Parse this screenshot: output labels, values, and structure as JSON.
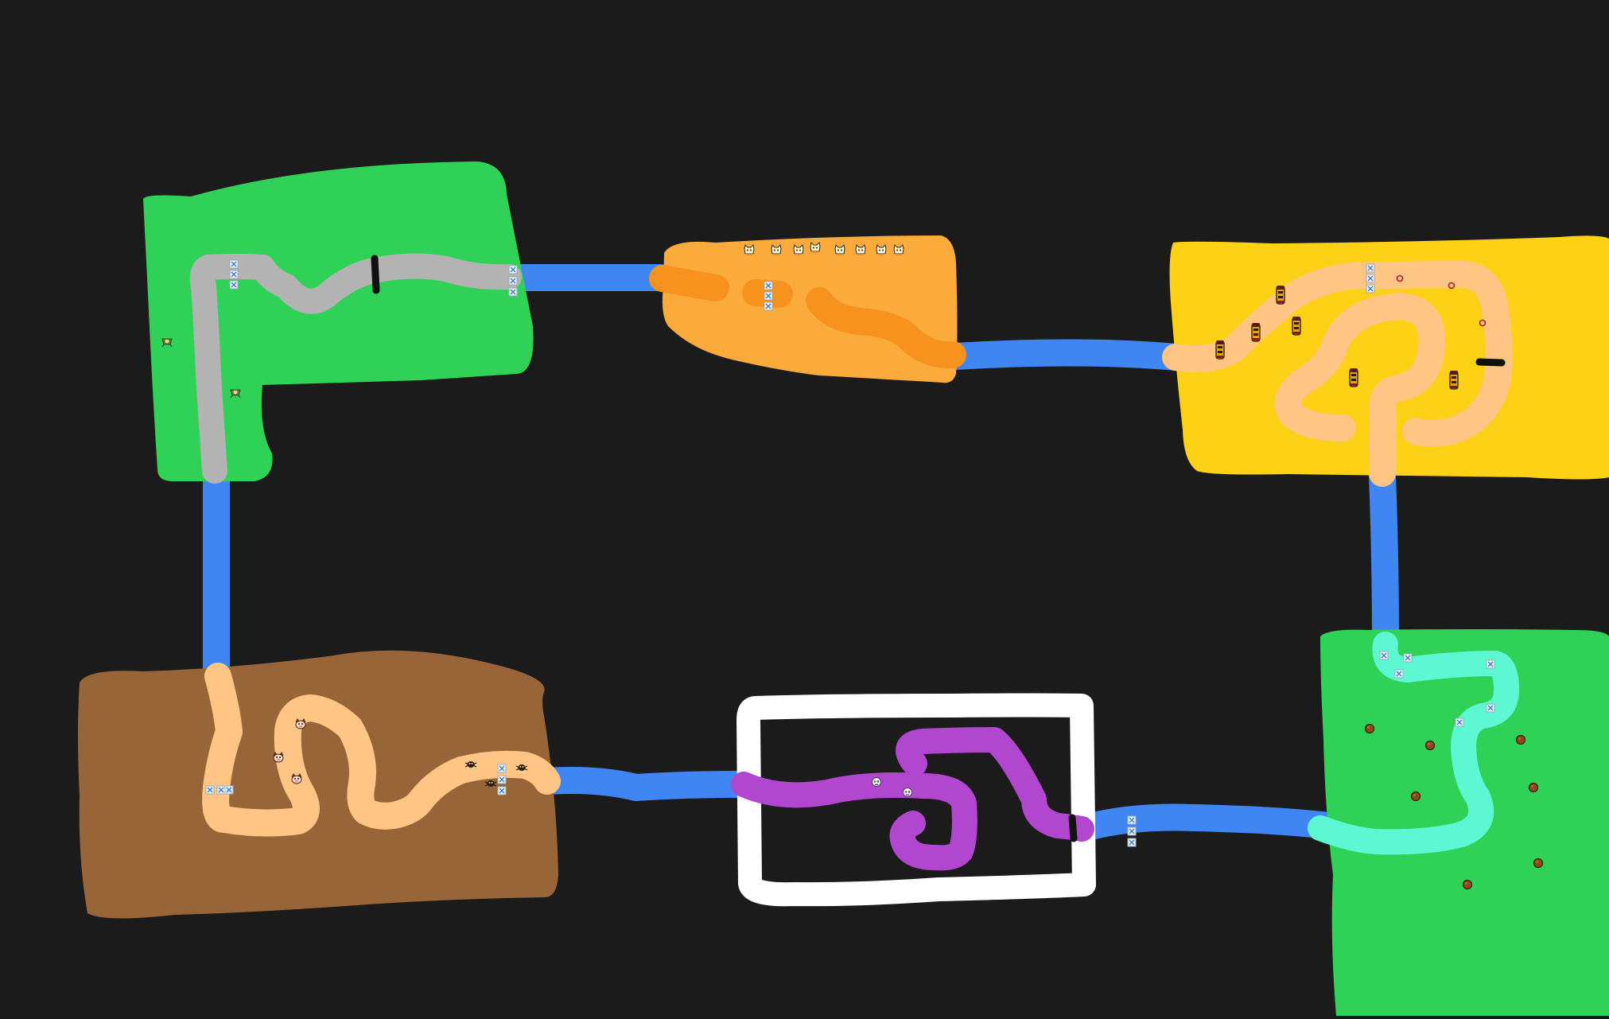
{
  "game": {
    "background_color": "#1b1b1b",
    "colors": {
      "connector": "#3f86f2",
      "grass": "#2fd256",
      "desert": "#fbab3b",
      "desert_path": "#f7921f",
      "sand": "#fcd116",
      "sand_path": "#ffc584",
      "dirt": "#986539",
      "dirt_path": "#ffc584",
      "castle_wall": "#ffffff",
      "castle_path": "#b146cf",
      "stone_path": "#b3b3b3",
      "ice_path": "#5ef7d4",
      "gate": "#111111"
    },
    "zones": [
      {
        "id": "grass-zone-northwest",
        "terrain": "grass",
        "path": "stone"
      },
      {
        "id": "desert-zone-north",
        "terrain": "desert",
        "path": "desert"
      },
      {
        "id": "sand-zone-northeast",
        "terrain": "sand",
        "path": "sand"
      },
      {
        "id": "grass-zone-southeast",
        "terrain": "grass",
        "path": "ice"
      },
      {
        "id": "castle-zone-south",
        "terrain": "castle",
        "path": "purple"
      },
      {
        "id": "dirt-zone-southwest",
        "terrain": "dirt",
        "path": "sand"
      }
    ],
    "gates": 3,
    "sprite_icons": [
      "crate-icon",
      "goblin-icon",
      "cat-icon",
      "robot-icon",
      "ring-icon",
      "pig-icon",
      "spider-icon",
      "skull-icon",
      "rock-icon"
    ]
  }
}
